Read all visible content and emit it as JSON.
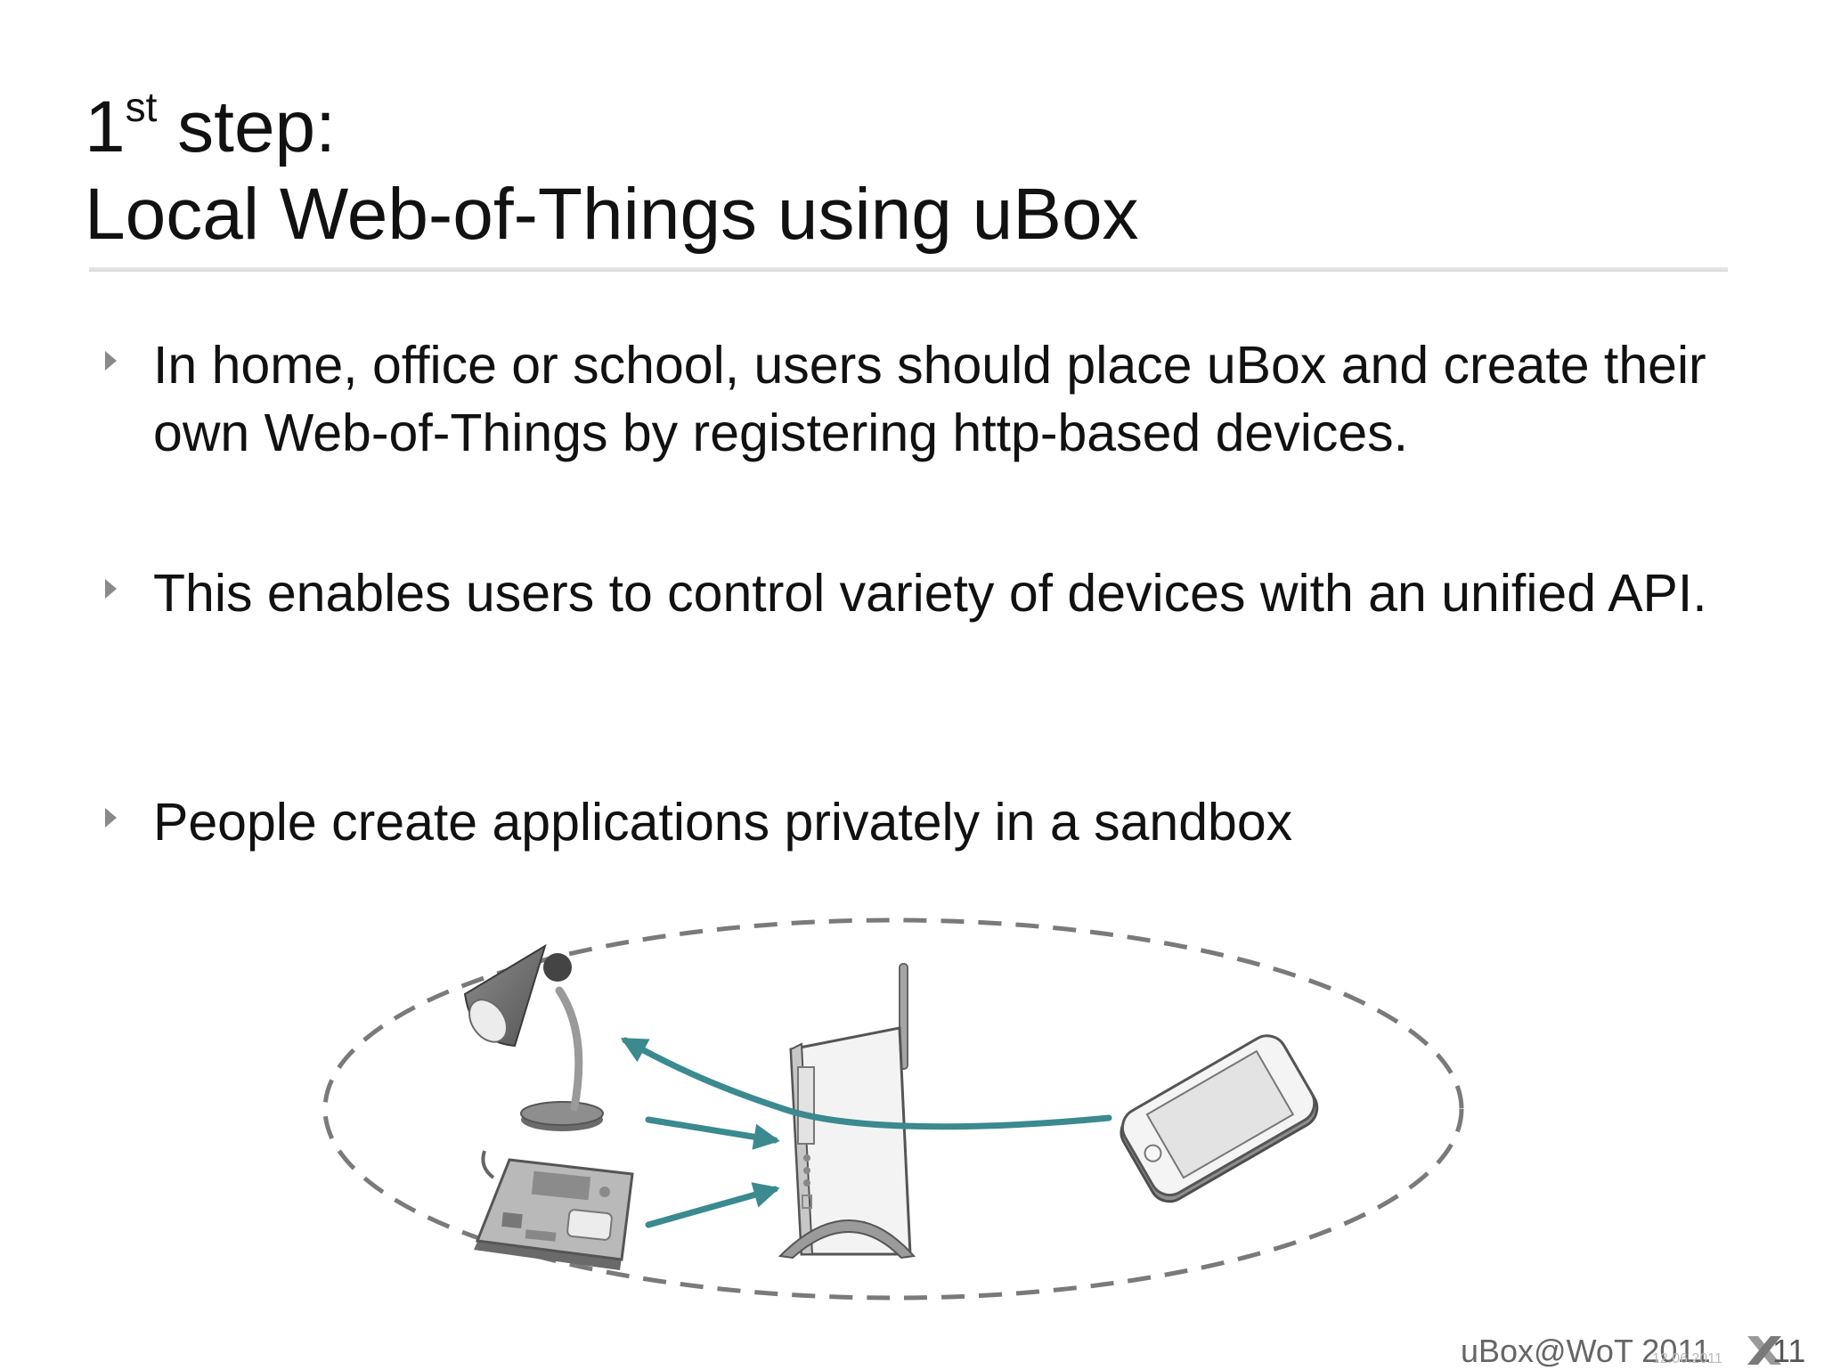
{
  "slide": {
    "title_num": "1",
    "title_sup": "st",
    "title_word": " step:",
    "title_line2": "Local Web-of-Things using uBox",
    "bullets": [
      "In home, office or school, users should place uBox and create their own Web-of-Things by registering http-based devices.",
      "This enables users to control variety of devices with an unified API.",
      "People create applications privately in a sandbox"
    ]
  },
  "diagram": {
    "icons": [
      "desk-lamp-icon",
      "circuit-board-icon",
      "router-icon",
      "smartphone-icon"
    ],
    "colors": {
      "arrow": "#3a8a8f",
      "dashed_ellipse": "#7a7a7a"
    }
  },
  "footer": {
    "text": "uBox@WoT 2011",
    "date": "12.06.2011",
    "page": "11"
  }
}
